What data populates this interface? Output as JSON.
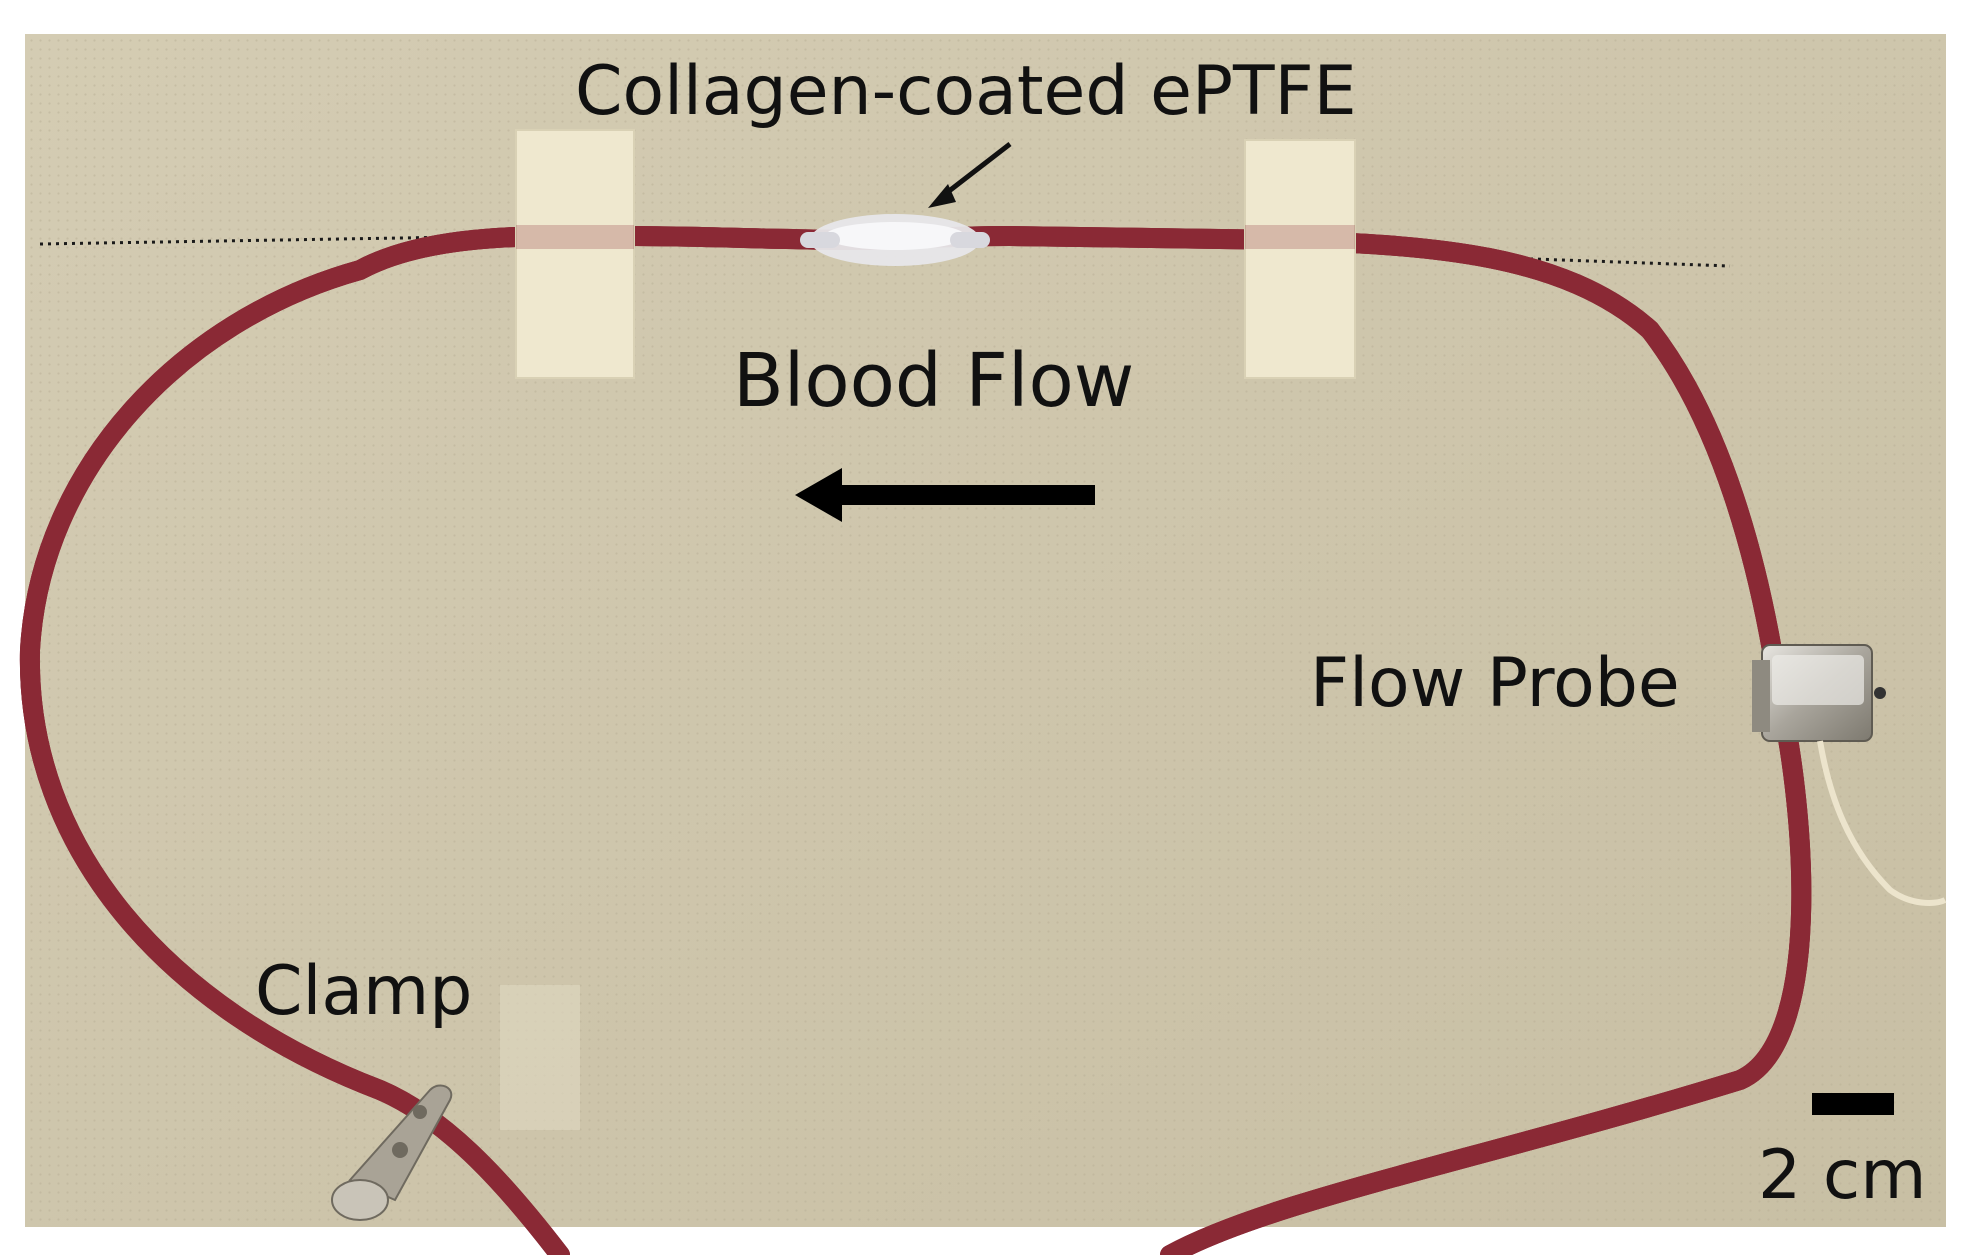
{
  "labels": {
    "graft": "Collagen-coated ePTFE",
    "flow_direction": "Blood Flow",
    "flow_probe": "Flow Probe",
    "clamp": "Clamp",
    "scale_bar": "2 cm"
  },
  "colors": {
    "background_board": "#cfc6ac",
    "tubing": "#8a2a36",
    "tubing_stripe": "#e9c9c3",
    "tape": "#efe8cf",
    "text": "#111111",
    "arrow": "#000000"
  },
  "icons": {
    "flow_arrow": "left-arrow-icon",
    "graft_pointer": "diagonal-arrow-icon",
    "scale": "scale-bar-icon"
  }
}
